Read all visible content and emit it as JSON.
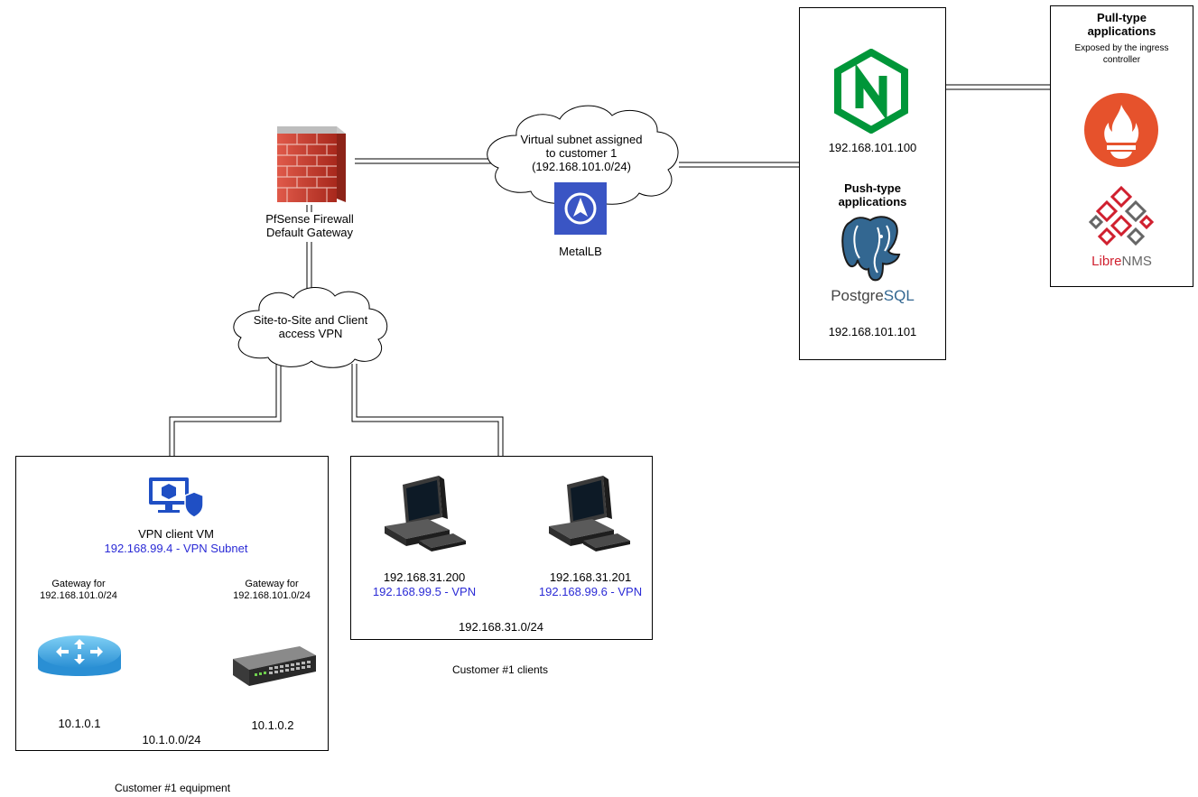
{
  "firewall": {
    "line1": "PfSense Firewall",
    "line2": "Default Gateway"
  },
  "cloud_virtual": {
    "line1": "Virtual subnet assigned",
    "line2": "to customer 1",
    "line3": "(192.168.101.0/24)"
  },
  "metallb": {
    "label": "MetalLB"
  },
  "cloud_vpn": {
    "line1": "Site-to-Site and Client",
    "line2": "access VPN"
  },
  "push_box": {
    "nginx_ip": "192.168.101.100",
    "heading_line1": "Push-type",
    "heading_line2": "applications",
    "postgres_logo_a": "Postgre",
    "postgres_logo_b": "SQL",
    "postgres_ip": "192.168.101.101"
  },
  "pull_box": {
    "heading_line1": "Pull-type",
    "heading_line2": "applications",
    "sub_line1": "Exposed by the ingress",
    "sub_line2": "controller",
    "librenms_a": "Libre",
    "librenms_b": "NMS"
  },
  "equipment": {
    "vm_label": "VPN client VM",
    "vm_ip": "192.168.99.4 - VPN Subnet",
    "gw_left_line1": "Gateway for",
    "gw_left_line2": "192.168.101.0/24",
    "gw_right_line1": "Gateway for",
    "gw_right_line2": "192.168.101.0/24",
    "router_ip": "10.1.0.1",
    "switch_ip": "10.1.0.2",
    "subnet": "10.1.0.0/24",
    "caption": "Customer #1 equipment"
  },
  "clients": {
    "pc1_ip": "192.168.31.200",
    "pc1_vpn": "192.168.99.5 - VPN",
    "pc2_ip": "192.168.31.201",
    "pc2_vpn": "192.168.99.6 - VPN",
    "subnet": "192.168.31.0/24",
    "caption": "Customer #1 clients"
  },
  "colors": {
    "vpn_text": "#2b2bd6",
    "nginx_green": "#009639",
    "metallb_blue": "#3a55c4",
    "prometheus_orange": "#e6522c",
    "librenms_red": "#d0202f",
    "postgres_blue": "#336791",
    "firewall_brick": "#c0392b"
  },
  "icons": [
    "firewall-icon",
    "cloud-icon",
    "metallb-icon",
    "nginx-icon",
    "postgresql-icon",
    "prometheus-icon",
    "librenms-icon",
    "vpn-vm-icon",
    "router-icon",
    "switch-icon",
    "desktop-computer-icon"
  ]
}
